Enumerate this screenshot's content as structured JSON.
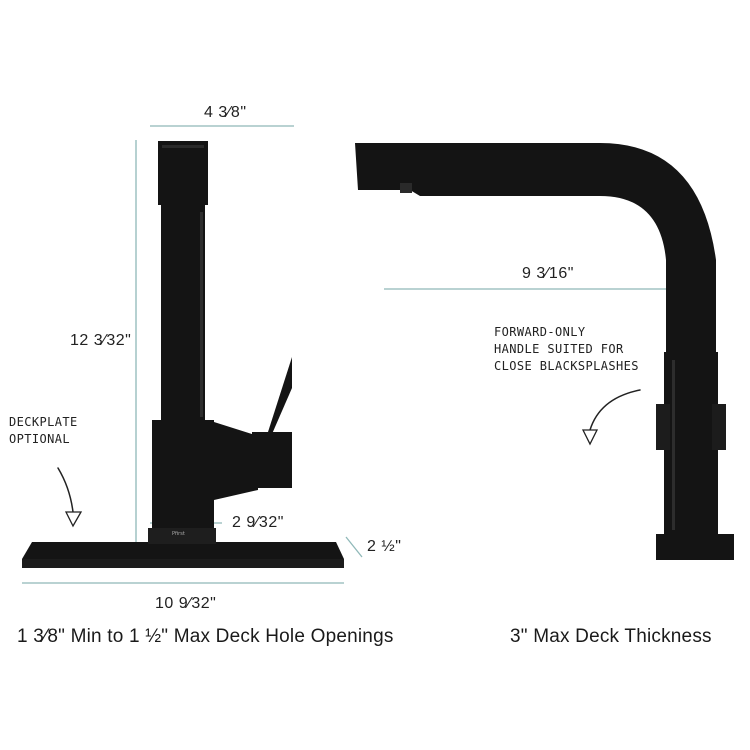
{
  "dimensions": {
    "top_width": "4 3⁄8\"",
    "height": "12 3⁄32\"",
    "reach": "9 3⁄16\"",
    "base_width": "2 9⁄32\"",
    "deckplate_depth": "2 ½\"",
    "deckplate_length": "10 9⁄32\""
  },
  "notes": {
    "deckplate": "DECKPLATE\nOPTIONAL",
    "handle": "FORWARD-ONLY\nHANDLE SUITED FOR\nCLOSE BLACKSPLASHES"
  },
  "captions": {
    "left": "1 3⁄8\" Min to 1 ½\" Max Deck Hole Openings",
    "right": "3\" Max Deck Thickness"
  },
  "brand_mark": "Pfirst",
  "colors": {
    "faucet": "#141414",
    "dimension_line": "#8fb8b8",
    "background": "#ffffff"
  }
}
